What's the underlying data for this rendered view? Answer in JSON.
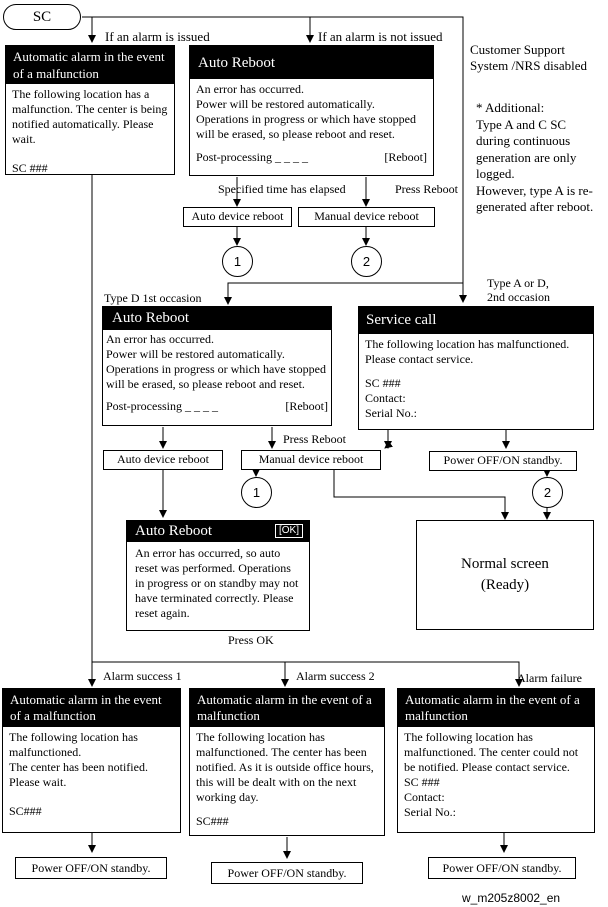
{
  "start": {
    "label": "SC"
  },
  "branch_labels": {
    "alarm_issued": "If an alarm is issued",
    "alarm_not_issued": "If an alarm is not issued",
    "nrs_disabled": "Customer Support\nSystem /NRS disabled",
    "specified_time": "Specified time has elapsed",
    "press_reboot_top": "Press Reboot",
    "type_d_first": "Type D 1st occasion",
    "type_a_or_d": "Type A or D,\n2nd occasion",
    "press_reboot_mid": "Press Reboot",
    "press_ok": "Press OK",
    "alarm_success_1": "Alarm success 1",
    "alarm_success_2": "Alarm success 2",
    "alarm_failure": "Alarm failure"
  },
  "note": "* Additional:\nType A and C SC\nduring continuous\ngeneration are only\nlogged.\nHowever, type A is re-\ngenerated after reboot.",
  "dialog_alarm_top": {
    "title": "Automatic alarm in the event of a malfunction",
    "message": "The following location has a malfunction. The center is being notified automatically. Please wait.",
    "code": "SC ###"
  },
  "dialog_reboot_top": {
    "title": "Auto Reboot",
    "message": "An error has occurred.\nPower will be restored automatically.\nOperations in progress or which have stopped will be erased, so please reboot and reset.",
    "post_processing": "Post-processing _ _ _ _",
    "reboot_button": "[Reboot]"
  },
  "action_auto_reboot_top": "Auto device reboot",
  "action_manual_reboot_top": "Manual  device reboot",
  "connector_1": "1",
  "connector_2": "2",
  "dialog_reboot_mid": {
    "title": "Auto Reboot",
    "message": "An error has occurred.\nPower will be restored automatically.\nOperations in progress or which have stopped will be erased, so please reboot and reset.",
    "post_processing": "Post-processing _ _ _ _",
    "reboot_button": "[Reboot]"
  },
  "dialog_service_call": {
    "title": "Service call",
    "message": "The following location has malfunctioned.\nPlease contact service.",
    "code": "SC ###",
    "contact": "Contact:",
    "serial": "Serial No.:"
  },
  "action_auto_reboot_mid": "Auto device reboot",
  "action_manual_reboot_mid": "Manual  device reboot",
  "action_power_standby_mid": "Power OFF/ON standby.",
  "dialog_reboot_ok": {
    "title": "Auto Reboot",
    "ok": "[OK]",
    "message": "An error has occurred, so auto reset was performed. Operations in progress or on standby may not have terminated correctly. Please reset again."
  },
  "normal_screen": {
    "line1": "Normal screen",
    "line2": "(Ready)"
  },
  "dialog_alarm_success1": {
    "title": "Automatic alarm in the event of a malfunction",
    "message": "The following location has malfunctioned.\nThe center has been notified.\nPlease wait.",
    "code": "SC###"
  },
  "dialog_alarm_success2": {
    "title": "Automatic alarm in the event of a malfunction",
    "message": "The following location has malfunctioned. The center has been notified. As it is outside office hours, this will be dealt with on the next working day.",
    "code": "SC###"
  },
  "dialog_alarm_failure": {
    "title": "Automatic alarm in the event of a malfunction",
    "message": "The following location has malfunctioned. The center could not be notified. Please contact service.",
    "code": "SC ###",
    "contact": "Contact:",
    "serial": "Serial No.:"
  },
  "action_power_standby_1": "Power OFF/ON standby.",
  "action_power_standby_2": "Power OFF/ON standby.",
  "action_power_standby_3": "Power OFF/ON standby.",
  "figure_id": "w_m205z8002_en"
}
